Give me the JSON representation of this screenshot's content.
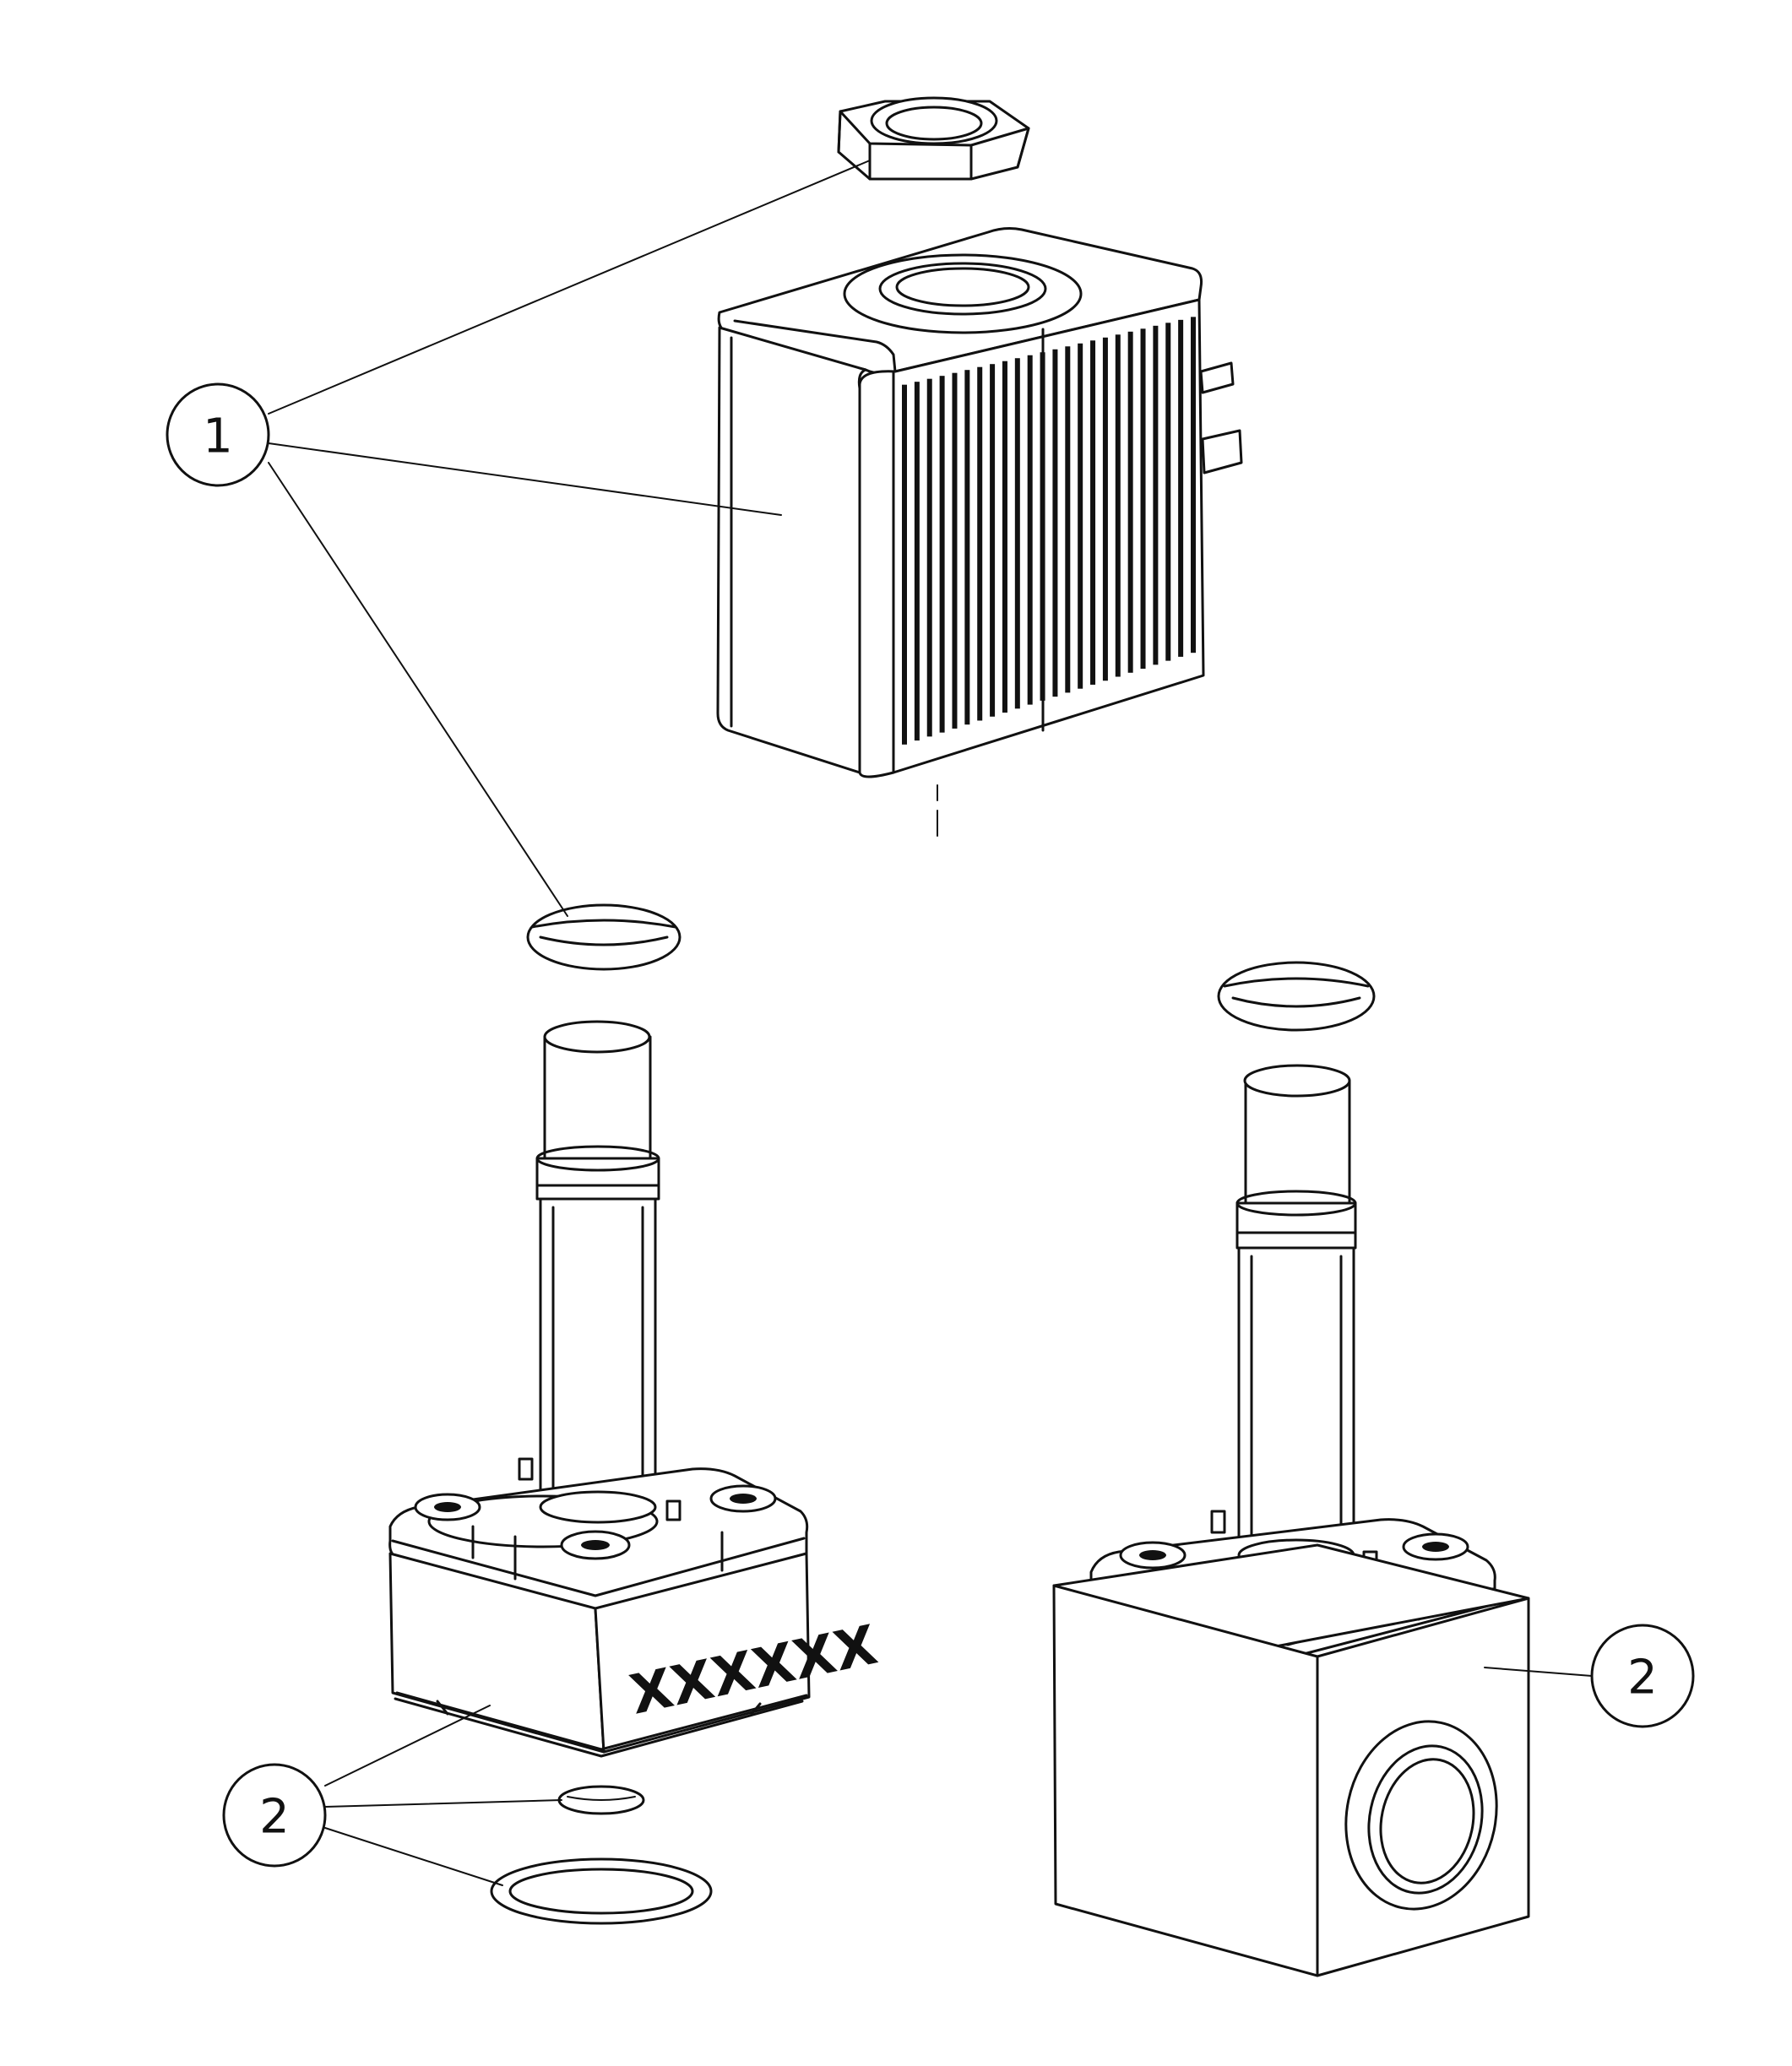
{
  "balloons": {
    "coil_kit": "1",
    "valve_kit_left": "2",
    "valve_kit_right": "2"
  },
  "body_marking": "XXXXXX",
  "colors": {
    "line": "#111111",
    "background": "#ffffff"
  }
}
